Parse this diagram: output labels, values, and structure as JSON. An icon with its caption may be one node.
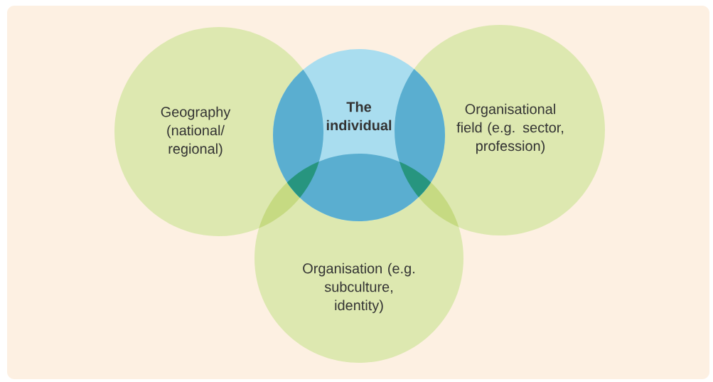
{
  "diagram": {
    "nodes": [
      {
        "text": [
          "Geography (national/ regional)"
        ]
      },
      {
        "text": [
          "The individual"
        ]
      },
      {
        "text": [
          "Organisational field (e.g. sector, profession)"
        ]
      },
      {
        "text": [
          "Organisation (e.g. subculture, identity)"
        ]
      }
    ]
  }
}
